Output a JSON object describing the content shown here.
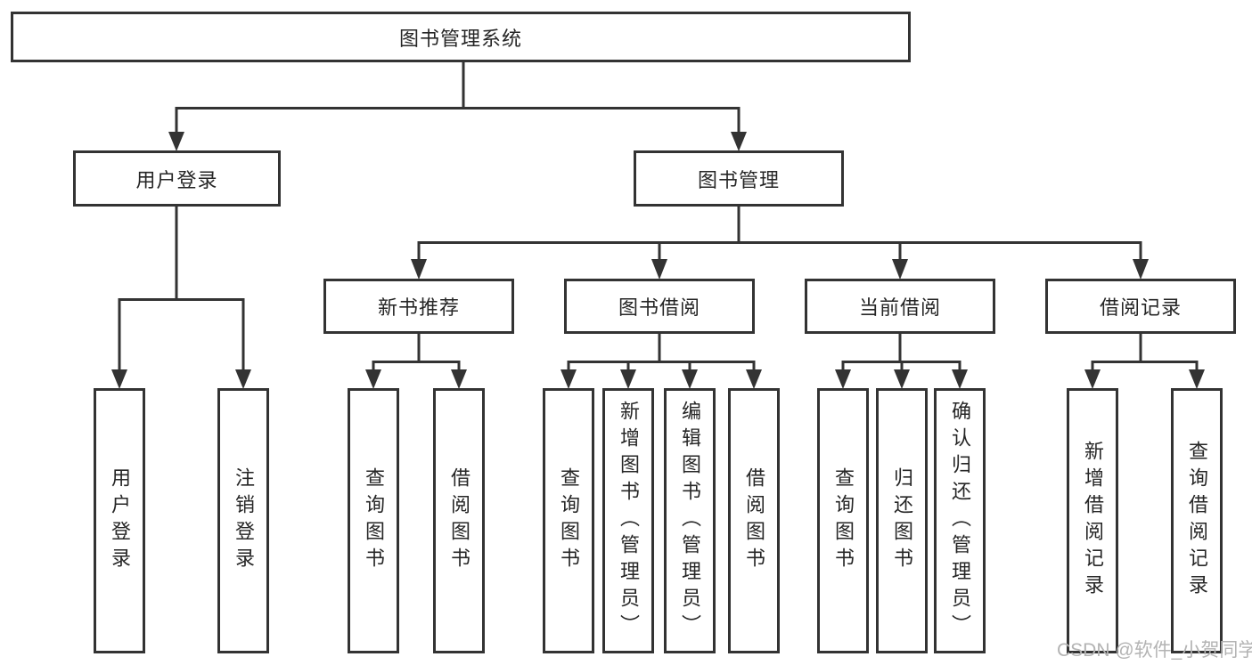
{
  "root": {
    "label": "图书管理系统"
  },
  "level2": [
    {
      "label": "用户登录"
    },
    {
      "label": "图书管理"
    }
  ],
  "level3": [
    {
      "label": "新书推荐"
    },
    {
      "label": "图书借阅"
    },
    {
      "label": "当前借阅"
    },
    {
      "label": "借阅记录"
    }
  ],
  "leaves": {
    "user_login": [
      {
        "label": "用户登录"
      },
      {
        "label": "注销登录"
      }
    ],
    "new_book": [
      {
        "label": "查询图书"
      },
      {
        "label": "借阅图书"
      }
    ],
    "book_borrow": [
      {
        "label": "查询图书"
      },
      {
        "label": "新增图书（管理员）"
      },
      {
        "label": "编辑图书（管理员）"
      },
      {
        "label": "借阅图书"
      }
    ],
    "current_borrow": [
      {
        "label": "查询图书"
      },
      {
        "label": "归还图书"
      },
      {
        "label": "确认归还（管理员）"
      }
    ],
    "borrow_record": [
      {
        "label": "新增借阅记录"
      },
      {
        "label": "查询借阅记录"
      }
    ]
  },
  "watermark": "CSDN @软件_小贺同学",
  "colors": {
    "line": "#333333",
    "text": "#262626",
    "box_fill": "#ffffff",
    "background": "#ffffff",
    "watermark": "#b3b3b3"
  }
}
